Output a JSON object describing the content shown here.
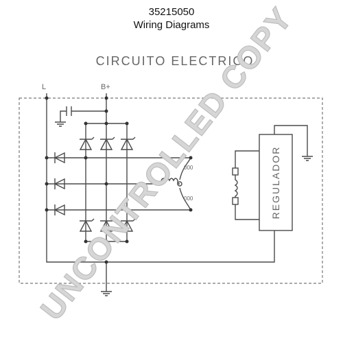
{
  "header": {
    "part_number": "35215050",
    "subtitle": "Wiring Diagrams"
  },
  "diagram": {
    "title": "CIRCUITO ELECTRICO",
    "terminal_l": "L",
    "terminal_bplus": "B+",
    "regulator_label": "REGULADOR"
  },
  "watermark": "UNCONTROLLED COPY"
}
